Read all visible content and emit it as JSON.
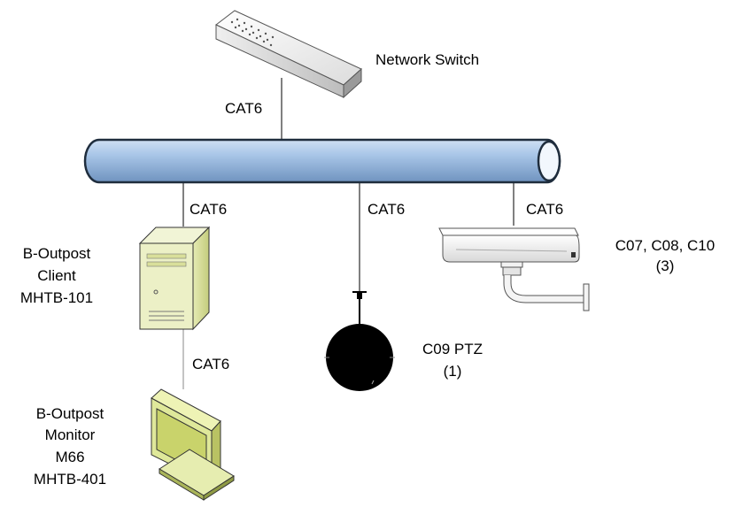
{
  "diagram": {
    "switch": {
      "label": "Network Switch"
    },
    "links": {
      "switch_to_bus": "CAT6",
      "bus_to_client": "CAT6",
      "bus_to_ptz": "CAT6",
      "bus_to_cameras": "CAT6",
      "client_to_monitor": "CAT6"
    },
    "client": {
      "lines": [
        "B-Outpost",
        "Client",
        "MHTB-101"
      ]
    },
    "monitor": {
      "lines": [
        "B-Outpost",
        "Monitor",
        "M66",
        "MHTB-401"
      ]
    },
    "ptz": {
      "lines": [
        "C09 PTZ",
        "(1)"
      ]
    },
    "fixed_cameras": {
      "lines": [
        "C07, C08, C10",
        "(3)"
      ]
    },
    "colors": {
      "bus_fill": "#a9c6e8",
      "bus_edge": "#1f2d3d",
      "client_fill": "#ecf0c6",
      "monitor_fill": "#dfe89a",
      "switch_fill": "#f4f4f4",
      "camera_fill": "#f6f6f6",
      "ptz_fill": "#000000"
    },
    "icons": [
      "network-switch-icon",
      "computer-tower-icon",
      "monitor-icon",
      "dome-ptz-camera-icon",
      "box-camera-icon"
    ]
  }
}
